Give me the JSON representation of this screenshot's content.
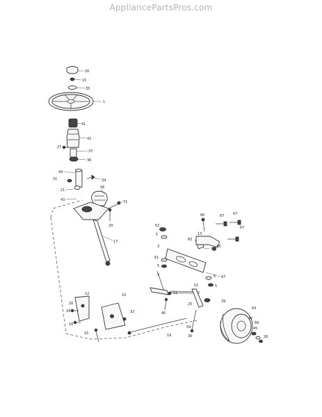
{
  "watermark": "AppliancePartsPros.com",
  "callouts": [
    {
      "id": "c-26a",
      "text": "26"
    },
    {
      "id": "c-15",
      "text": "15"
    },
    {
      "id": "c-35",
      "text": "35"
    },
    {
      "id": "c-1",
      "text": "1"
    },
    {
      "id": "c-41",
      "text": "41"
    },
    {
      "id": "c-42",
      "text": "42"
    },
    {
      "id": "c-27",
      "text": "27"
    },
    {
      "id": "c-37",
      "text": "37"
    },
    {
      "id": "c-36",
      "text": "36"
    },
    {
      "id": "c-44",
      "text": "44"
    },
    {
      "id": "c-31",
      "text": "31"
    },
    {
      "id": "c-34",
      "text": "34"
    },
    {
      "id": "c-21",
      "text": "21"
    },
    {
      "id": "c-56",
      "text": "56"
    },
    {
      "id": "c-43",
      "text": "43"
    },
    {
      "id": "c-71",
      "text": "71"
    },
    {
      "id": "c-29",
      "text": "29"
    },
    {
      "id": "c-17",
      "text": "17"
    },
    {
      "id": "c-62",
      "text": "62"
    },
    {
      "id": "c-5a",
      "text": "5"
    },
    {
      "id": "c-13",
      "text": "13"
    },
    {
      "id": "c-60",
      "text": "60"
    },
    {
      "id": "c-67",
      "text": "67"
    },
    {
      "id": "c-67b",
      "text": "67"
    },
    {
      "id": "c-67c",
      "text": "67"
    },
    {
      "id": "c-65",
      "text": "65"
    },
    {
      "id": "c-48",
      "text": "48"
    },
    {
      "id": "c-7",
      "text": "7"
    },
    {
      "id": "c-61",
      "text": "61"
    },
    {
      "id": "c-5b",
      "text": "5"
    },
    {
      "id": "c-3",
      "text": "3"
    },
    {
      "id": "c-5c",
      "text": "5"
    },
    {
      "id": "c-67d",
      "text": "67"
    },
    {
      "id": "c-5d",
      "text": "5"
    },
    {
      "id": "c-52",
      "text": "52"
    },
    {
      "id": "c-11",
      "text": "11"
    },
    {
      "id": "c-40",
      "text": "40"
    },
    {
      "id": "c-25",
      "text": "25"
    },
    {
      "id": "c-59",
      "text": "59"
    },
    {
      "id": "c-30",
      "text": "30"
    },
    {
      "id": "c-39",
      "text": "39"
    },
    {
      "id": "c-63",
      "text": "63"
    },
    {
      "id": "c-68",
      "text": "68"
    },
    {
      "id": "c-20",
      "text": "20"
    },
    {
      "id": "c-18",
      "text": "18"
    },
    {
      "id": "c-16",
      "text": "16"
    },
    {
      "id": "c-32",
      "text": "32"
    },
    {
      "id": "c-19",
      "text": "19"
    },
    {
      "id": "c-12",
      "text": "12"
    },
    {
      "id": "c-47",
      "text": "47"
    },
    {
      "id": "c-45",
      "text": "45"
    },
    {
      "id": "c-26b",
      "text": "26"
    },
    {
      "id": "c-2",
      "text": "2"
    },
    {
      "id": "c-10",
      "text": "10"
    },
    {
      "id": "c-15b",
      "text": "15"
    }
  ]
}
